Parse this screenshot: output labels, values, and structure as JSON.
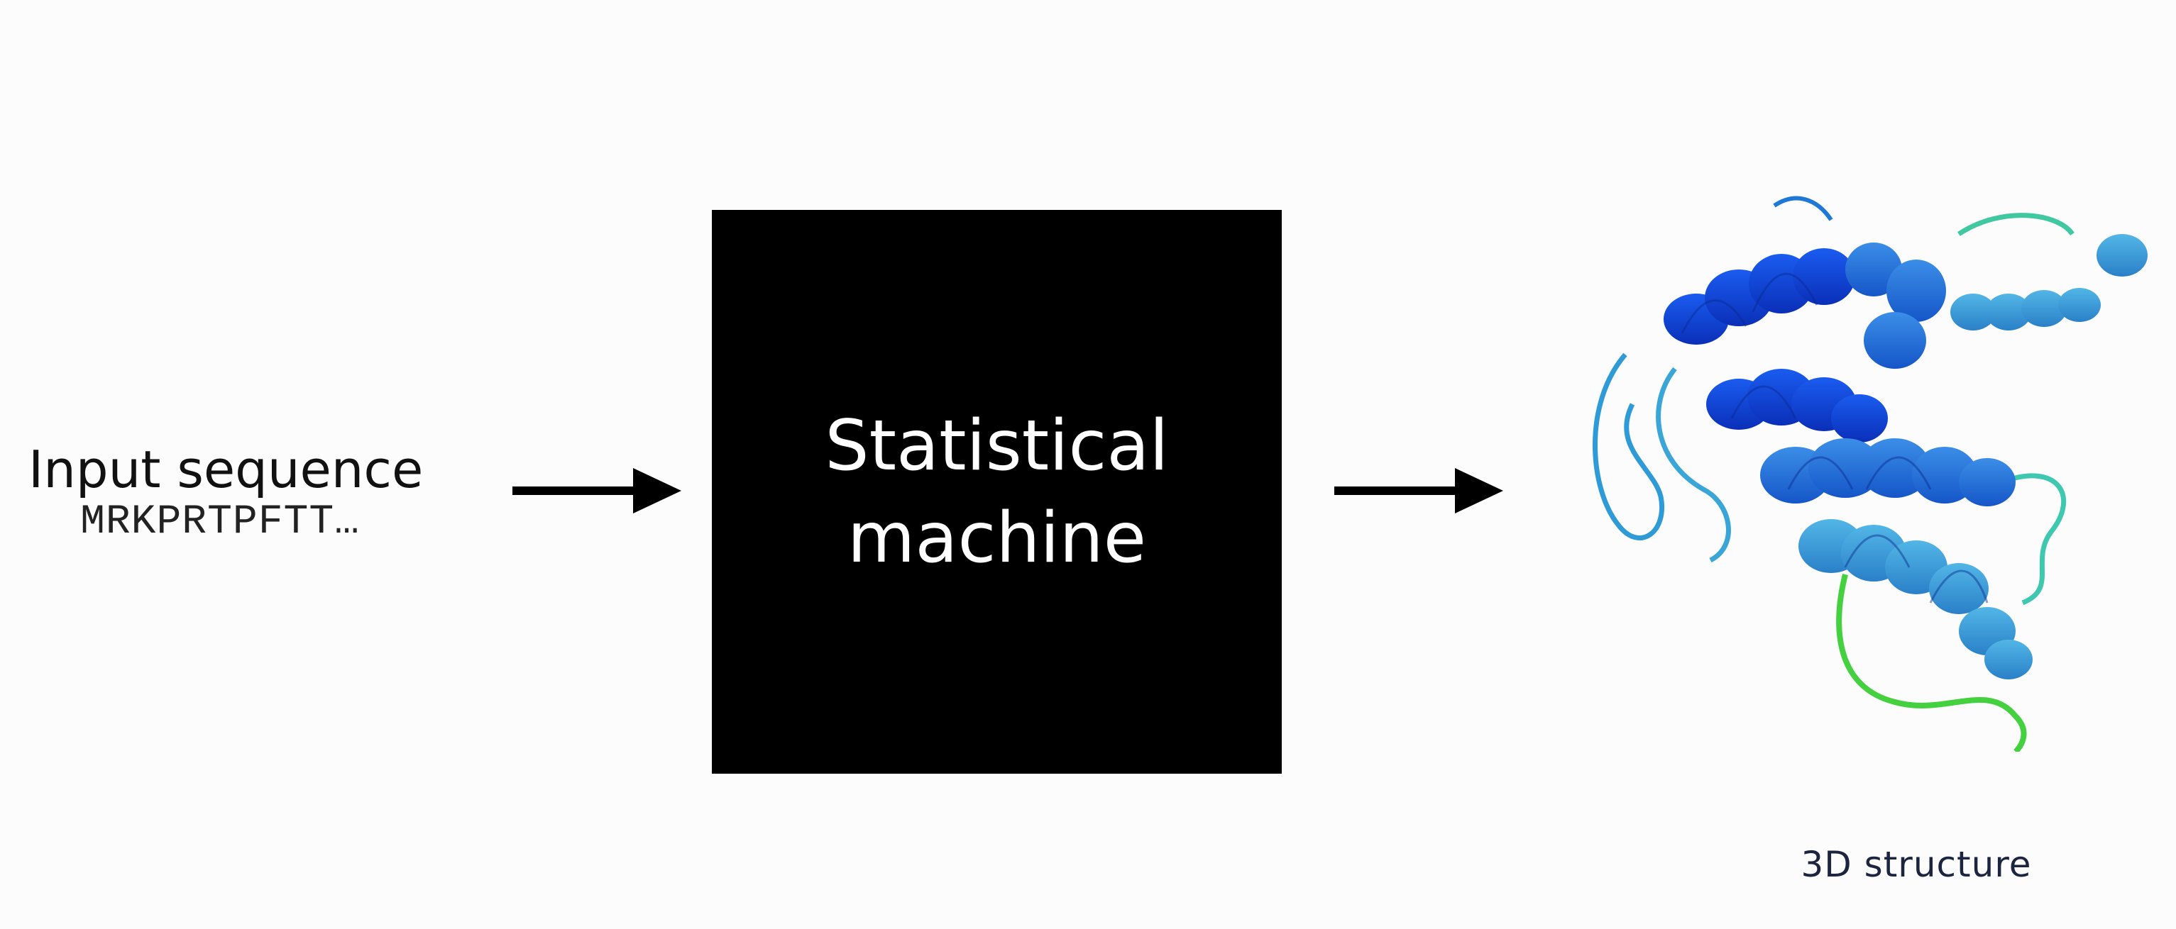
{
  "input": {
    "title": "Input sequence",
    "sequence": "MRKPRTPFTT…"
  },
  "machine": {
    "line1": "Statistical",
    "line2": "machine"
  },
  "output": {
    "caption": "3D structure",
    "image_icon": "protein-ribbon-icon"
  },
  "colors": {
    "background": "#fcfcfd",
    "box": "#000000",
    "box_text": "#ffffff",
    "arrow": "#000000",
    "helix_dark": "#0a3fd0",
    "helix_mid": "#1e6fe0",
    "helix_light": "#3aa0d8",
    "loop_green": "#3fcf3a"
  }
}
